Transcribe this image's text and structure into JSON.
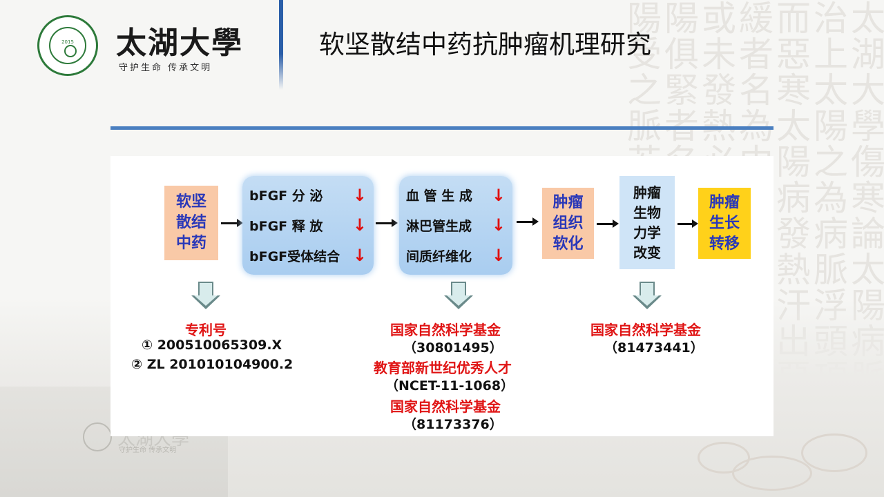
{
  "header": {
    "brand": "太湖大學",
    "tagline": "守护生命  传承文明",
    "logo_year": "2015",
    "title": "软坚散结中药抗肿瘤机理研究"
  },
  "background": {
    "calligraphy": "太湖大學傷寒論太陽病脈證并治上太陽之為病脈浮頭項強痛而惡寒太陽病發熱汗出惡風脈緩者名為中風太陽病或已發熱或未發熱必惡寒體痛嘔逆脈陰陽俱緊者名為傷寒傷寒一日太陽受之脈若靜者為不傳",
    "building_text": "太湖大學",
    "building_sub": "守护生命  传承文明"
  },
  "flow": {
    "box1": [
      "软坚",
      "散结",
      "中药"
    ],
    "box2": [
      {
        "label": "bFGF 分 泌",
        "arrow": "↓"
      },
      {
        "label": "bFGF 释 放",
        "arrow": "↓"
      },
      {
        "label": "bFGF受体结合",
        "arrow": "↓"
      }
    ],
    "box3": [
      {
        "label": "血 管 生 成",
        "arrow": "↓"
      },
      {
        "label": "淋巴管生成",
        "arrow": "↓"
      },
      {
        "label": "间质纤维化",
        "arrow": "↓"
      }
    ],
    "box4": [
      "肿瘤",
      "组织",
      "软化"
    ],
    "box5": [
      "肿瘤",
      "生物",
      "力学",
      "改变"
    ],
    "box6": [
      "肿瘤",
      "生长",
      "转移"
    ]
  },
  "notes": {
    "patent_title": "专利号",
    "patent_1": "① 200510065309.X",
    "patent_2": "② ZL 201010104900.2",
    "fund_a_title": "国家自然科学基金",
    "fund_a_no": "（30801495）",
    "fund_b_title": "教育部新世纪优秀人才",
    "fund_b_no": "（NCET-11-1068）",
    "fund_c_title": "国家自然科学基金",
    "fund_c_no": "（81173376）",
    "fund_d_title": "国家自然科学基金",
    "fund_d_no": "（81473441）"
  },
  "colors": {
    "accent_blue": "#4a7fc0",
    "highlight_red": "#e01515",
    "box_text_blue": "#2a38b8"
  }
}
